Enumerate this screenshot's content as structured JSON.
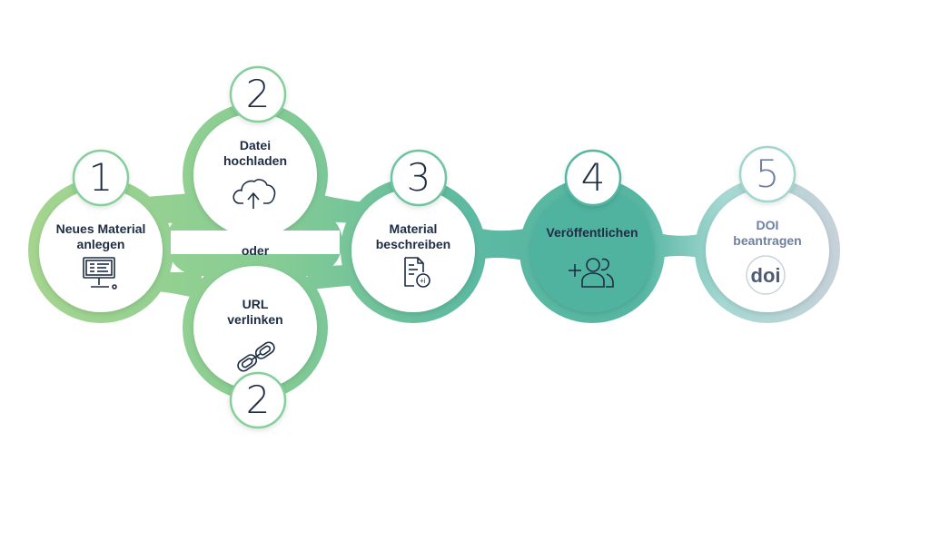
{
  "steps": [
    {
      "number": "1",
      "label_lines": [
        "Neues Material",
        "anlegen"
      ],
      "icon": "computer-screen-icon"
    },
    {
      "number": "2",
      "label_lines": [
        "Datei",
        "hochladen"
      ],
      "icon": "cloud-upload-icon"
    },
    {
      "number": "2",
      "label_lines": [
        "URL",
        "verlinken"
      ],
      "icon": "chain-link-icon"
    },
    {
      "number": "3",
      "label_lines": [
        "Material",
        "beschreiben"
      ],
      "icon": "document-add-icon"
    },
    {
      "number": "4",
      "label_lines": [
        "Veröffentlichen"
      ],
      "icon": "add-people-icon"
    },
    {
      "number": "5",
      "label_lines": [
        "DOI",
        "beantragen"
      ],
      "icon": "doi-logo-icon"
    }
  ],
  "connector_text": "oder",
  "doi_logo_text": "doi",
  "colors": {
    "green_light": "#a4d58f",
    "green_mid": "#7ec99a",
    "teal": "#57b8a4",
    "teal_dark": "#4fb39f",
    "teal_pale": "#a5d8d2",
    "grey_end": "#c6d1d9",
    "text_dark": "#1d2d44",
    "text_muted": "#6e7fa0"
  }
}
